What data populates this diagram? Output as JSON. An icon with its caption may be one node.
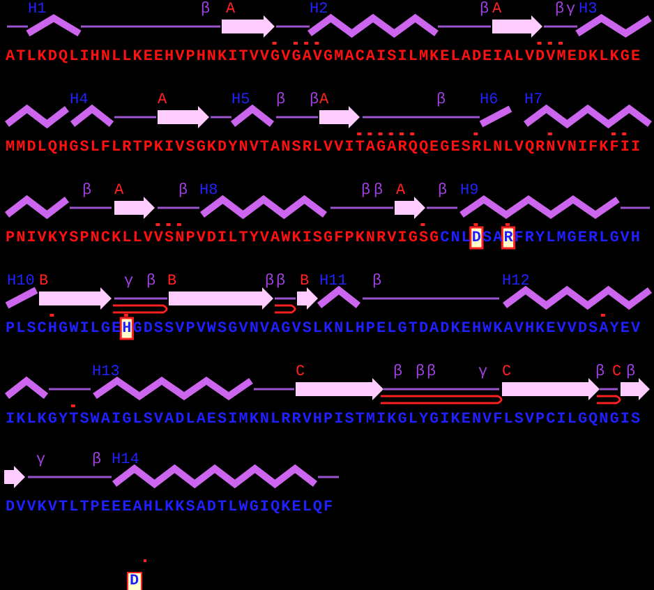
{
  "diagram": {
    "labels": [
      "H1",
      "β",
      "A",
      "H2",
      "β",
      "A",
      "β",
      "γ",
      "H3",
      "ATLKDQLIHNLLKEEHVPHNKITVVGVGAVGMACAISILMKELADEIALVDVMEDKLKGE",
      "H4",
      "A",
      "H5",
      "β",
      "β",
      "A",
      "β",
      "H6",
      "H7",
      "MMDLQHGSLFLRTPKIVSGKDYNVTANSRLVVITAGARQQEGESRLNLVQRNVNIFKFII",
      "β",
      "A",
      "β",
      "H8",
      "β",
      "β",
      "A",
      "β",
      "H9",
      "PNIVKYSPNCKLLVVSNPVDILTYVAWKISGFPKNRVIGSG",
      "CNLDSARFRYLMGERLGVH",
      "H10",
      "B",
      "γ",
      "β",
      "B",
      "β",
      "β",
      "B",
      "H11",
      "β",
      "H12",
      "PLSCHGWILGEHGDSSVPVWSGVNVAGVSLKNLHPELGTDADKEHWKAVHKEVVDSAYEV",
      "H13",
      "C",
      "β",
      "β",
      "β",
      "γ",
      "C",
      "β",
      "C",
      "β",
      "IKLKGYTSWAIGLSVADLAESIMKNLRRVHPISTMIKGLYGIKENVFLSVPCILGQNGIS",
      "γ",
      "β",
      "H14",
      "DVVKVTLTPEEEAHLKKSADTLWGIQKELQF",
      "D"
    ]
  }
}
